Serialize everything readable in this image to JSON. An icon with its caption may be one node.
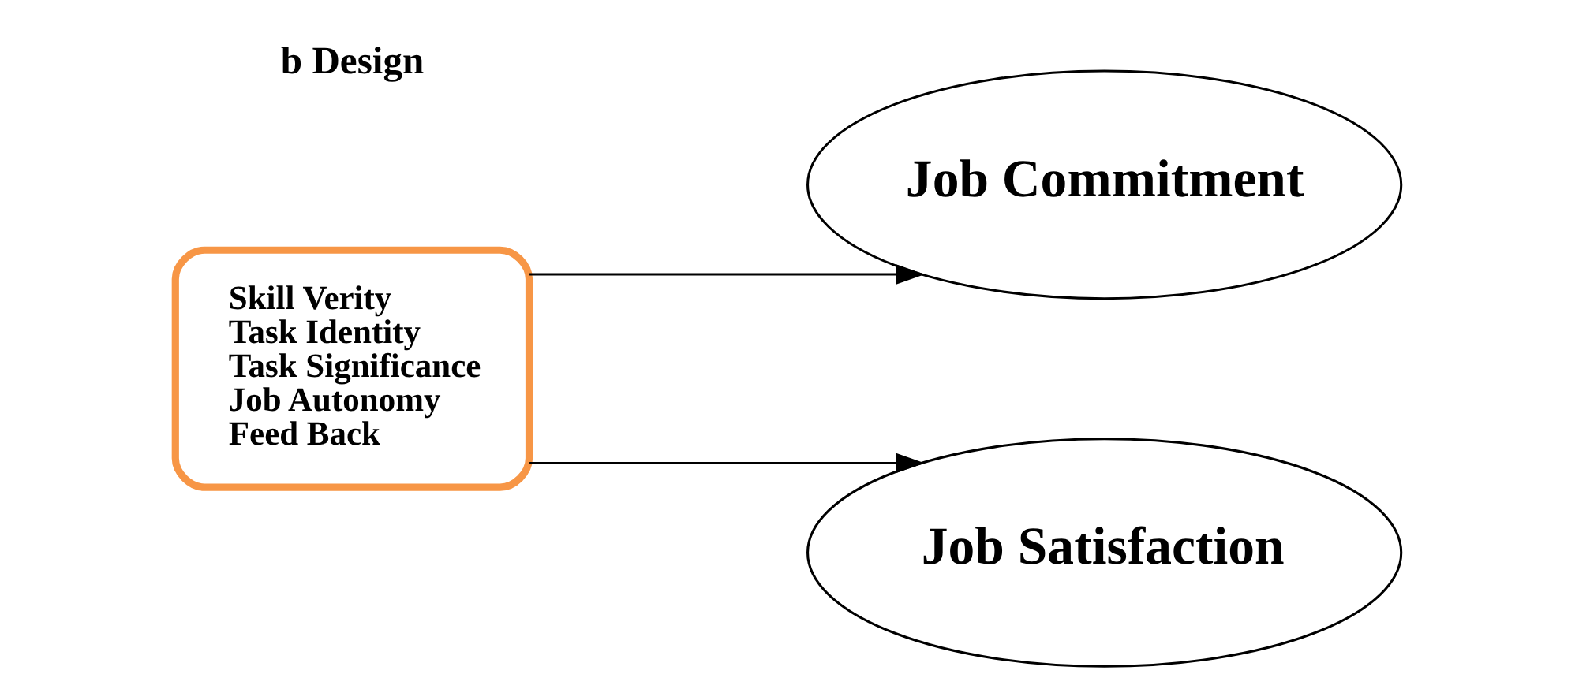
{
  "diagram": {
    "nodes": [
      {
        "text": [
          "Skill Verity",
          "Task Identity",
          "Task Significance",
          "Job Autonomy",
          "Feed Back"
        ]
      },
      {
        "text": [
          "Job Commitment"
        ]
      },
      {
        "text": [
          "Job Satisfaction"
        ]
      }
    ],
    "edges": [
      {
        "from": 0,
        "to": 1,
        "arrow": "to"
      },
      {
        "from": 0,
        "to": 2,
        "arrow": "to"
      }
    ],
    "labels": [
      "b Design"
    ]
  }
}
